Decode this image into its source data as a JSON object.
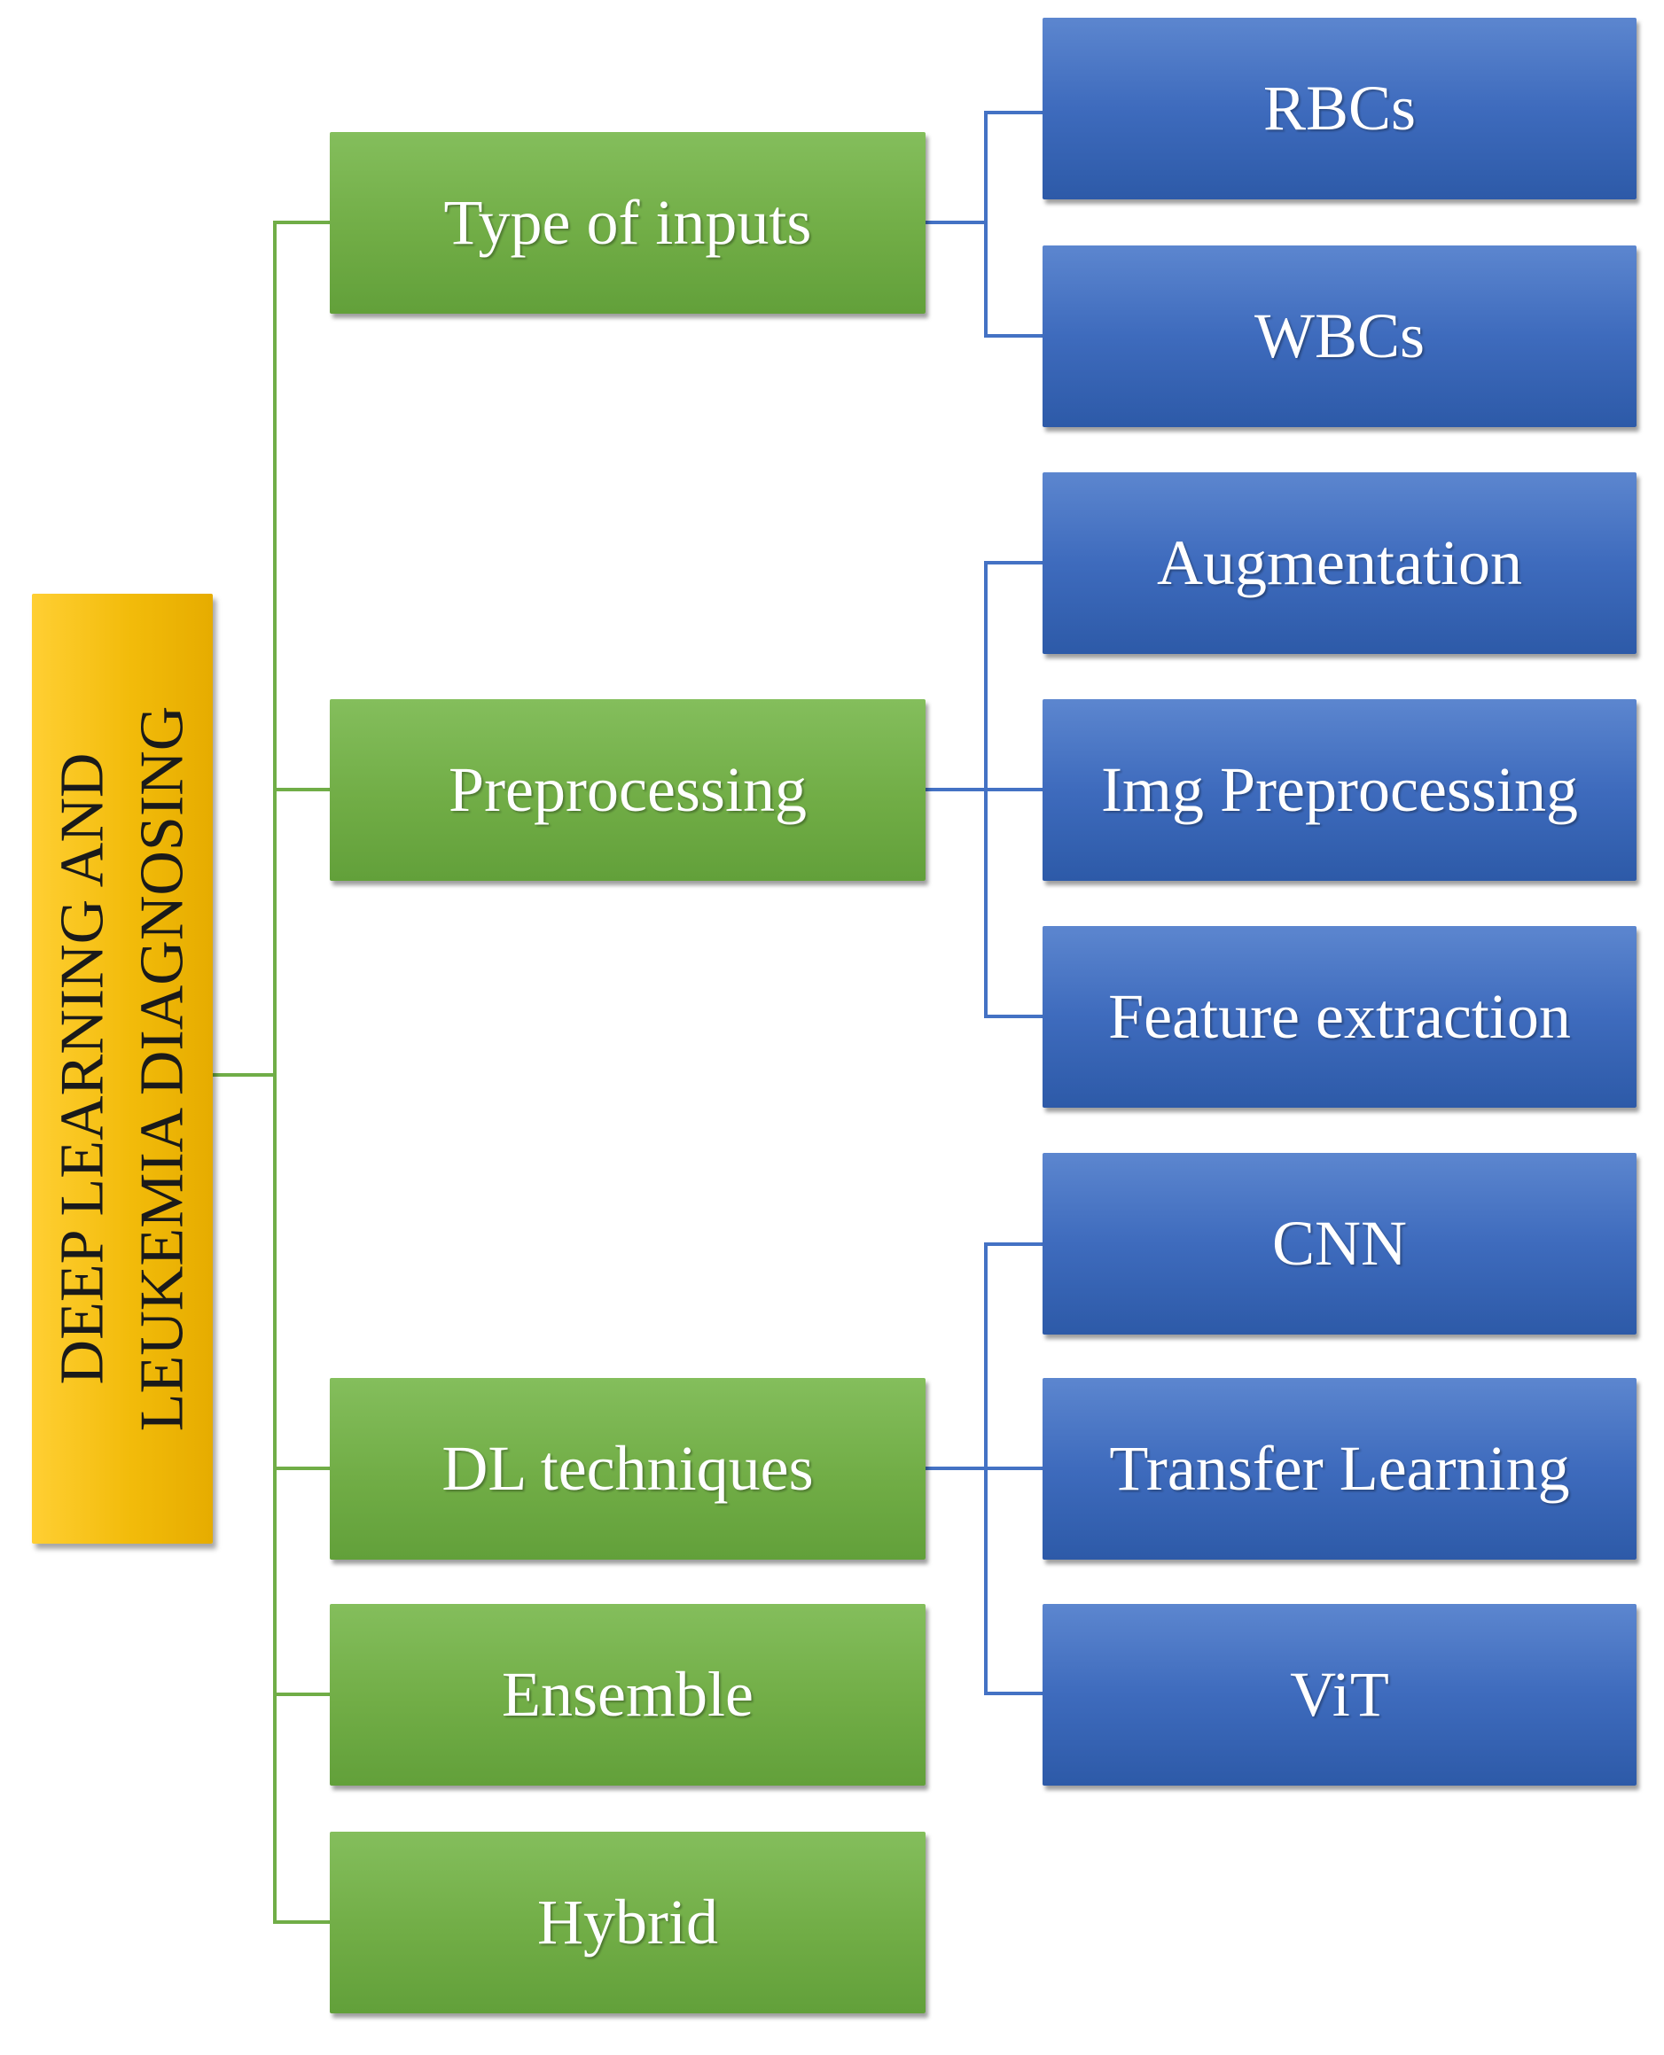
{
  "root": {
    "line1": "DEEP LEARNING AND",
    "line2": "LEUKEMIA DIAGNOSING"
  },
  "categories": [
    {
      "label": "Type of inputs",
      "children": [
        "RBCs",
        "WBCs"
      ]
    },
    {
      "label": "Preprocessing",
      "children": [
        "Augmentation",
        "Img Preprocessing",
        "Feature extraction"
      ]
    },
    {
      "label": "DL techniques",
      "children": [
        "CNN",
        "Transfer Learning",
        "ViT"
      ]
    },
    {
      "label": "Ensemble",
      "children": []
    },
    {
      "label": "Hybrid",
      "children": []
    }
  ],
  "colors": {
    "root": "#f2bb0a",
    "category": "#70ad47",
    "leaf": "#4472c4",
    "green_connector": "#70ad47",
    "blue_connector": "#4472c4"
  }
}
